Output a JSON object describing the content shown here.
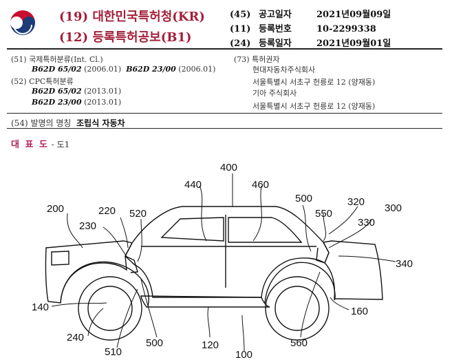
{
  "header": {
    "office_line": "(19) 대한민국특허청(KR)",
    "publication_line": "(12) 등록특허공보(B1)",
    "rows": [
      {
        "num": "(45)",
        "label": "공고일자",
        "value": "2021년09월09일"
      },
      {
        "num": "(11)",
        "label": "등록번호",
        "value": "10-2299338"
      },
      {
        "num": "(24)",
        "label": "등록일자",
        "value": "2021년09월01일"
      }
    ]
  },
  "classification": {
    "ipc_heading": "(51) 국제특허분류(Int. Cl.)",
    "ipc": [
      {
        "code": "B62D 65/02",
        "date": "(2006.01)"
      },
      {
        "code": "B62D 23/00",
        "date": "(2006.01)"
      }
    ],
    "cpc_heading": "(52) CPC특허분류",
    "cpc": [
      {
        "code": "B62D 65/02",
        "date": "(2013.01)"
      },
      {
        "code": "B62D 23/00",
        "date": "(2013.01)"
      }
    ]
  },
  "owners": {
    "heading": "(73) 특허권자",
    "list": [
      {
        "name": "현대자동차주식회사",
        "address": "서울특별시 서초구 헌릉로 12 (양재동)"
      },
      {
        "name": "기아 주식회사",
        "address": "서울특별시 서초구 헌릉로 12 (양재동)"
      }
    ]
  },
  "invention": {
    "label": "(54) 발명의 명칭",
    "title": "조립식 자동차"
  },
  "representative": {
    "label": "대 표 도",
    "figure": "- 도1"
  },
  "figure": {
    "labels": [
      "400",
      "440",
      "460",
      "500",
      "320",
      "300",
      "200",
      "220",
      "520",
      "230",
      "550",
      "330",
      "340",
      "140",
      "160",
      "240",
      "510",
      "500",
      "120",
      "100",
      "560"
    ]
  }
}
